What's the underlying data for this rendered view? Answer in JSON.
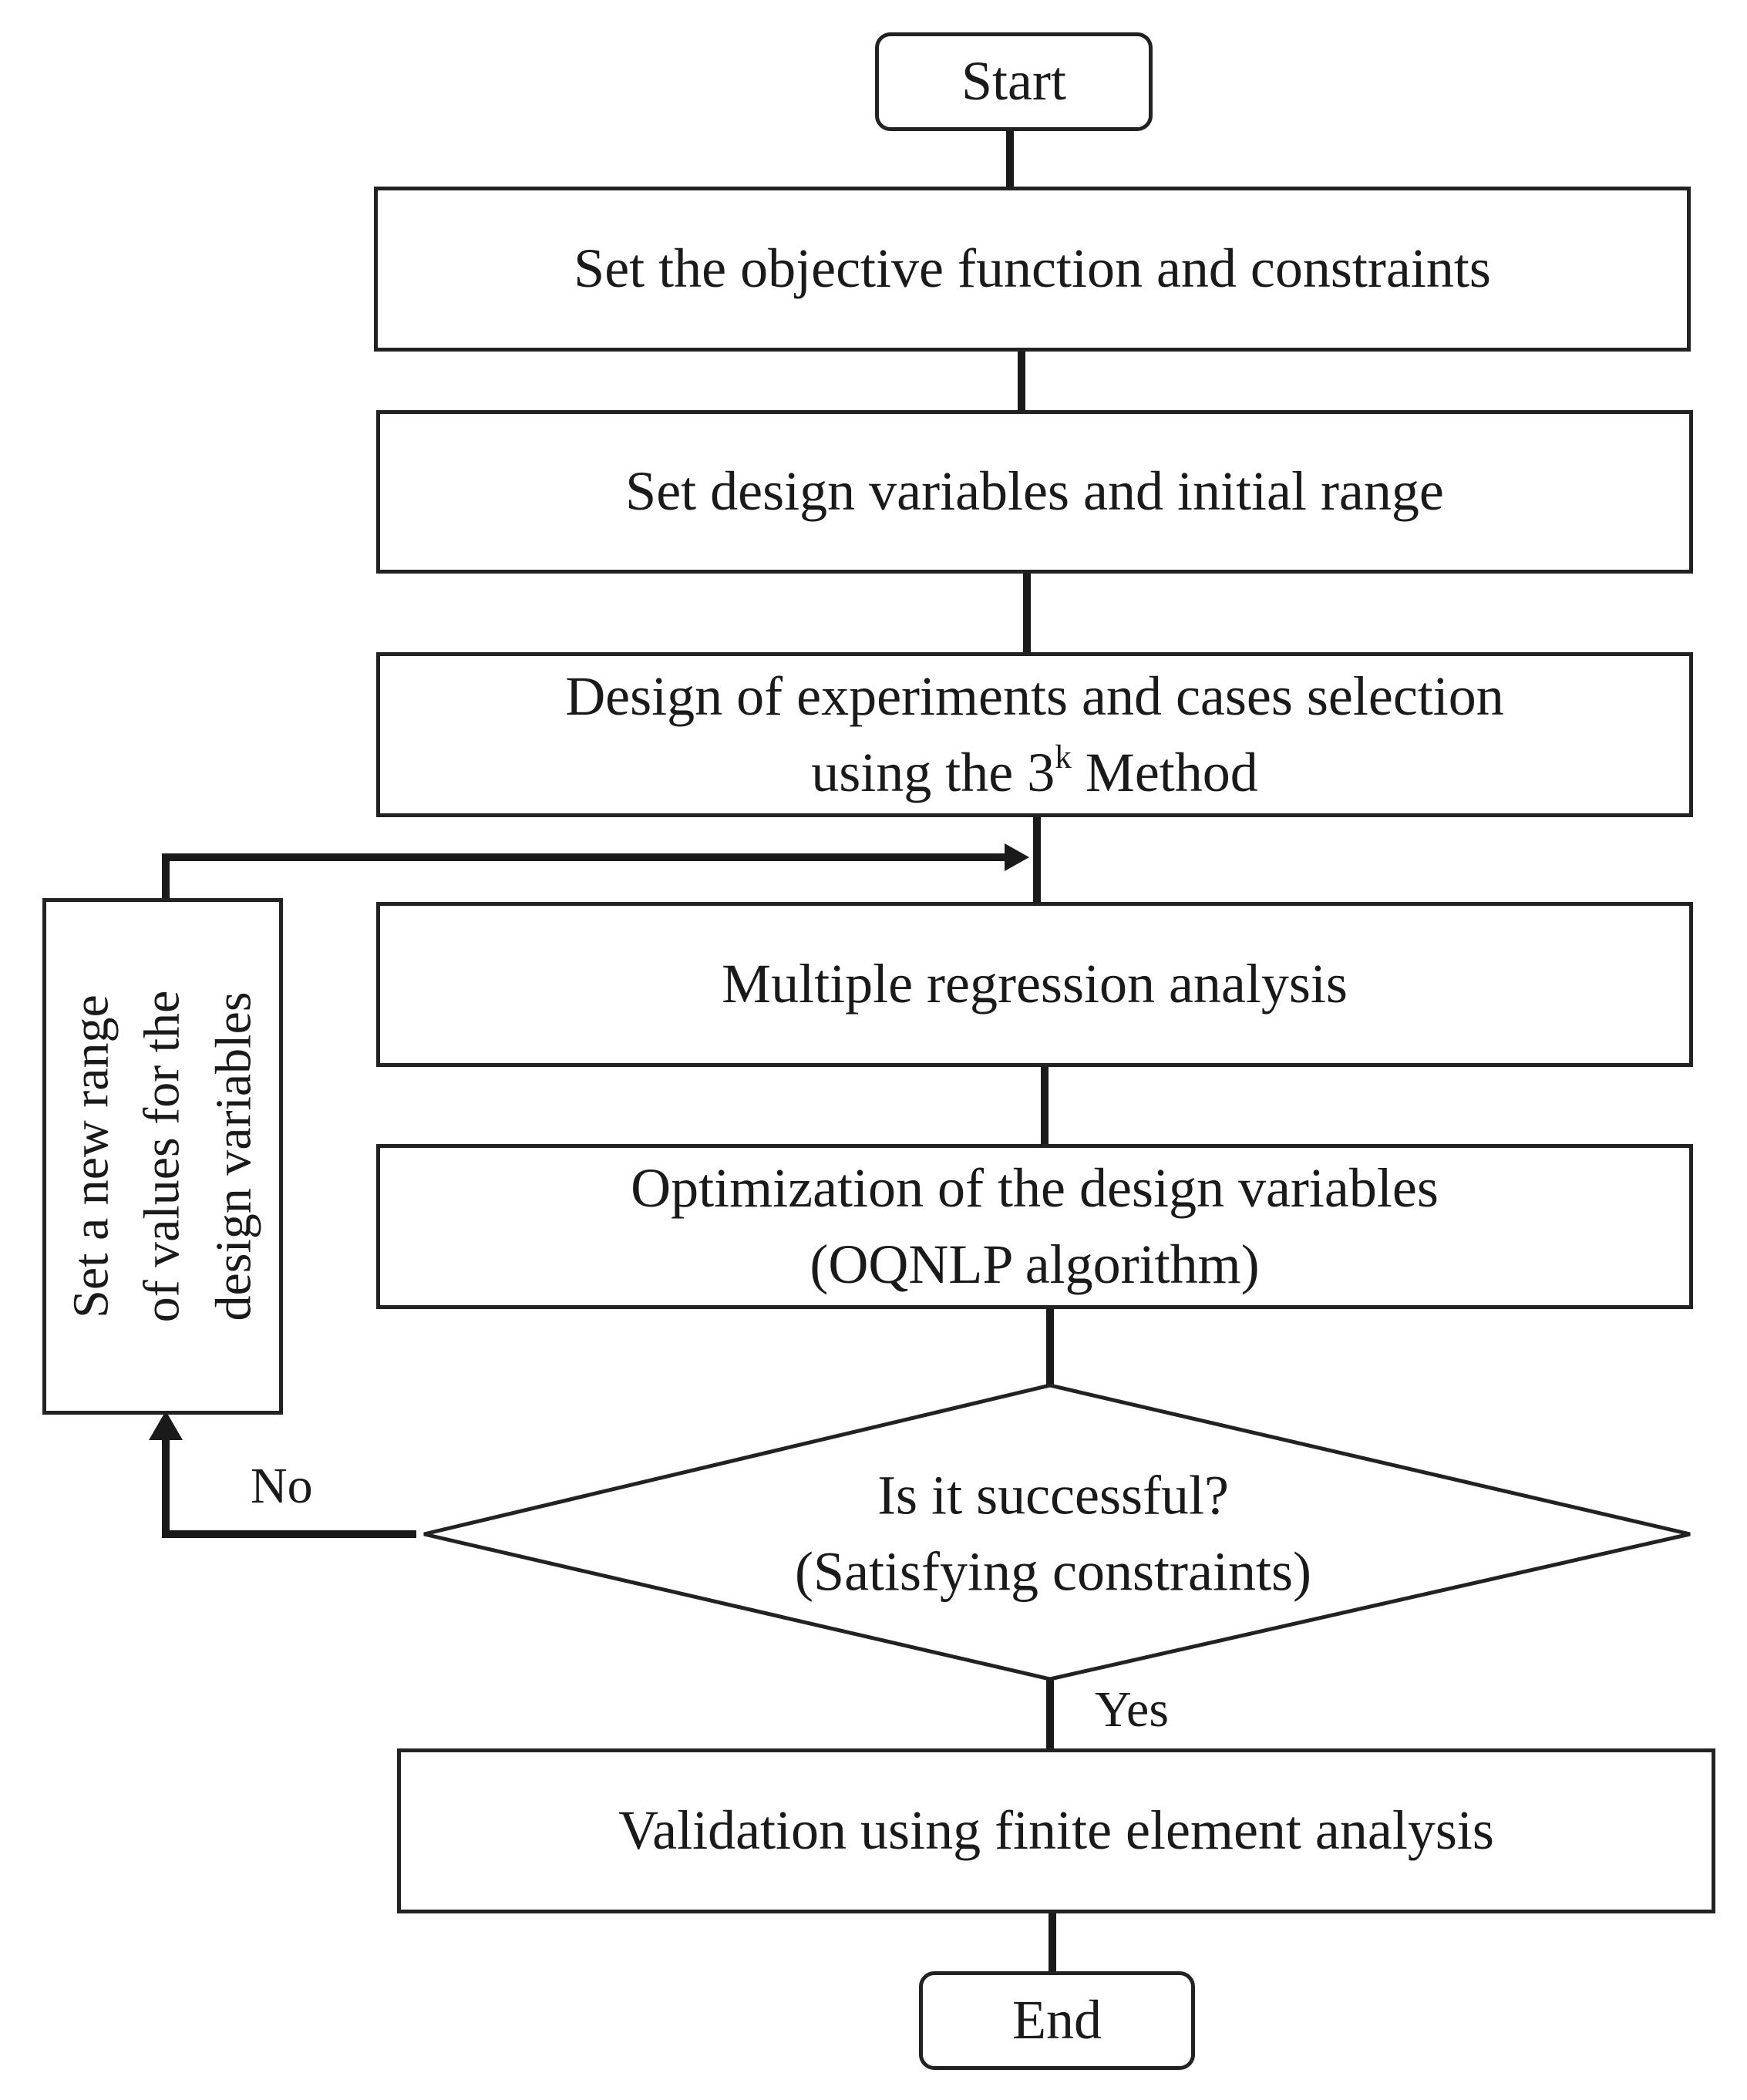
{
  "flowchart": {
    "start": "Start",
    "end": "End",
    "steps": {
      "objective": "Set the objective function and constraints",
      "variables": "Set design variables and initial range",
      "doe_line1": "Design of experiments and cases selection",
      "doe_line2_pre": "using the 3",
      "doe_line2_sup": "k",
      "doe_line2_post": " Method",
      "regression": "Multiple regression analysis",
      "optimization_line1": "Optimization of the design variables",
      "optimization_line2": "(OQNLP algorithm)",
      "validation": "Validation using finite element analysis"
    },
    "decision": {
      "line1": "Is it successful?",
      "line2": "(Satisfying constraints)",
      "yes_label": "Yes",
      "no_label": "No"
    },
    "feedback": {
      "line1": "Set a new range",
      "line2": "of values for the",
      "line3": "design variables"
    },
    "colors": {
      "stroke": "#1a1a1a",
      "background": "#ffffff"
    }
  }
}
